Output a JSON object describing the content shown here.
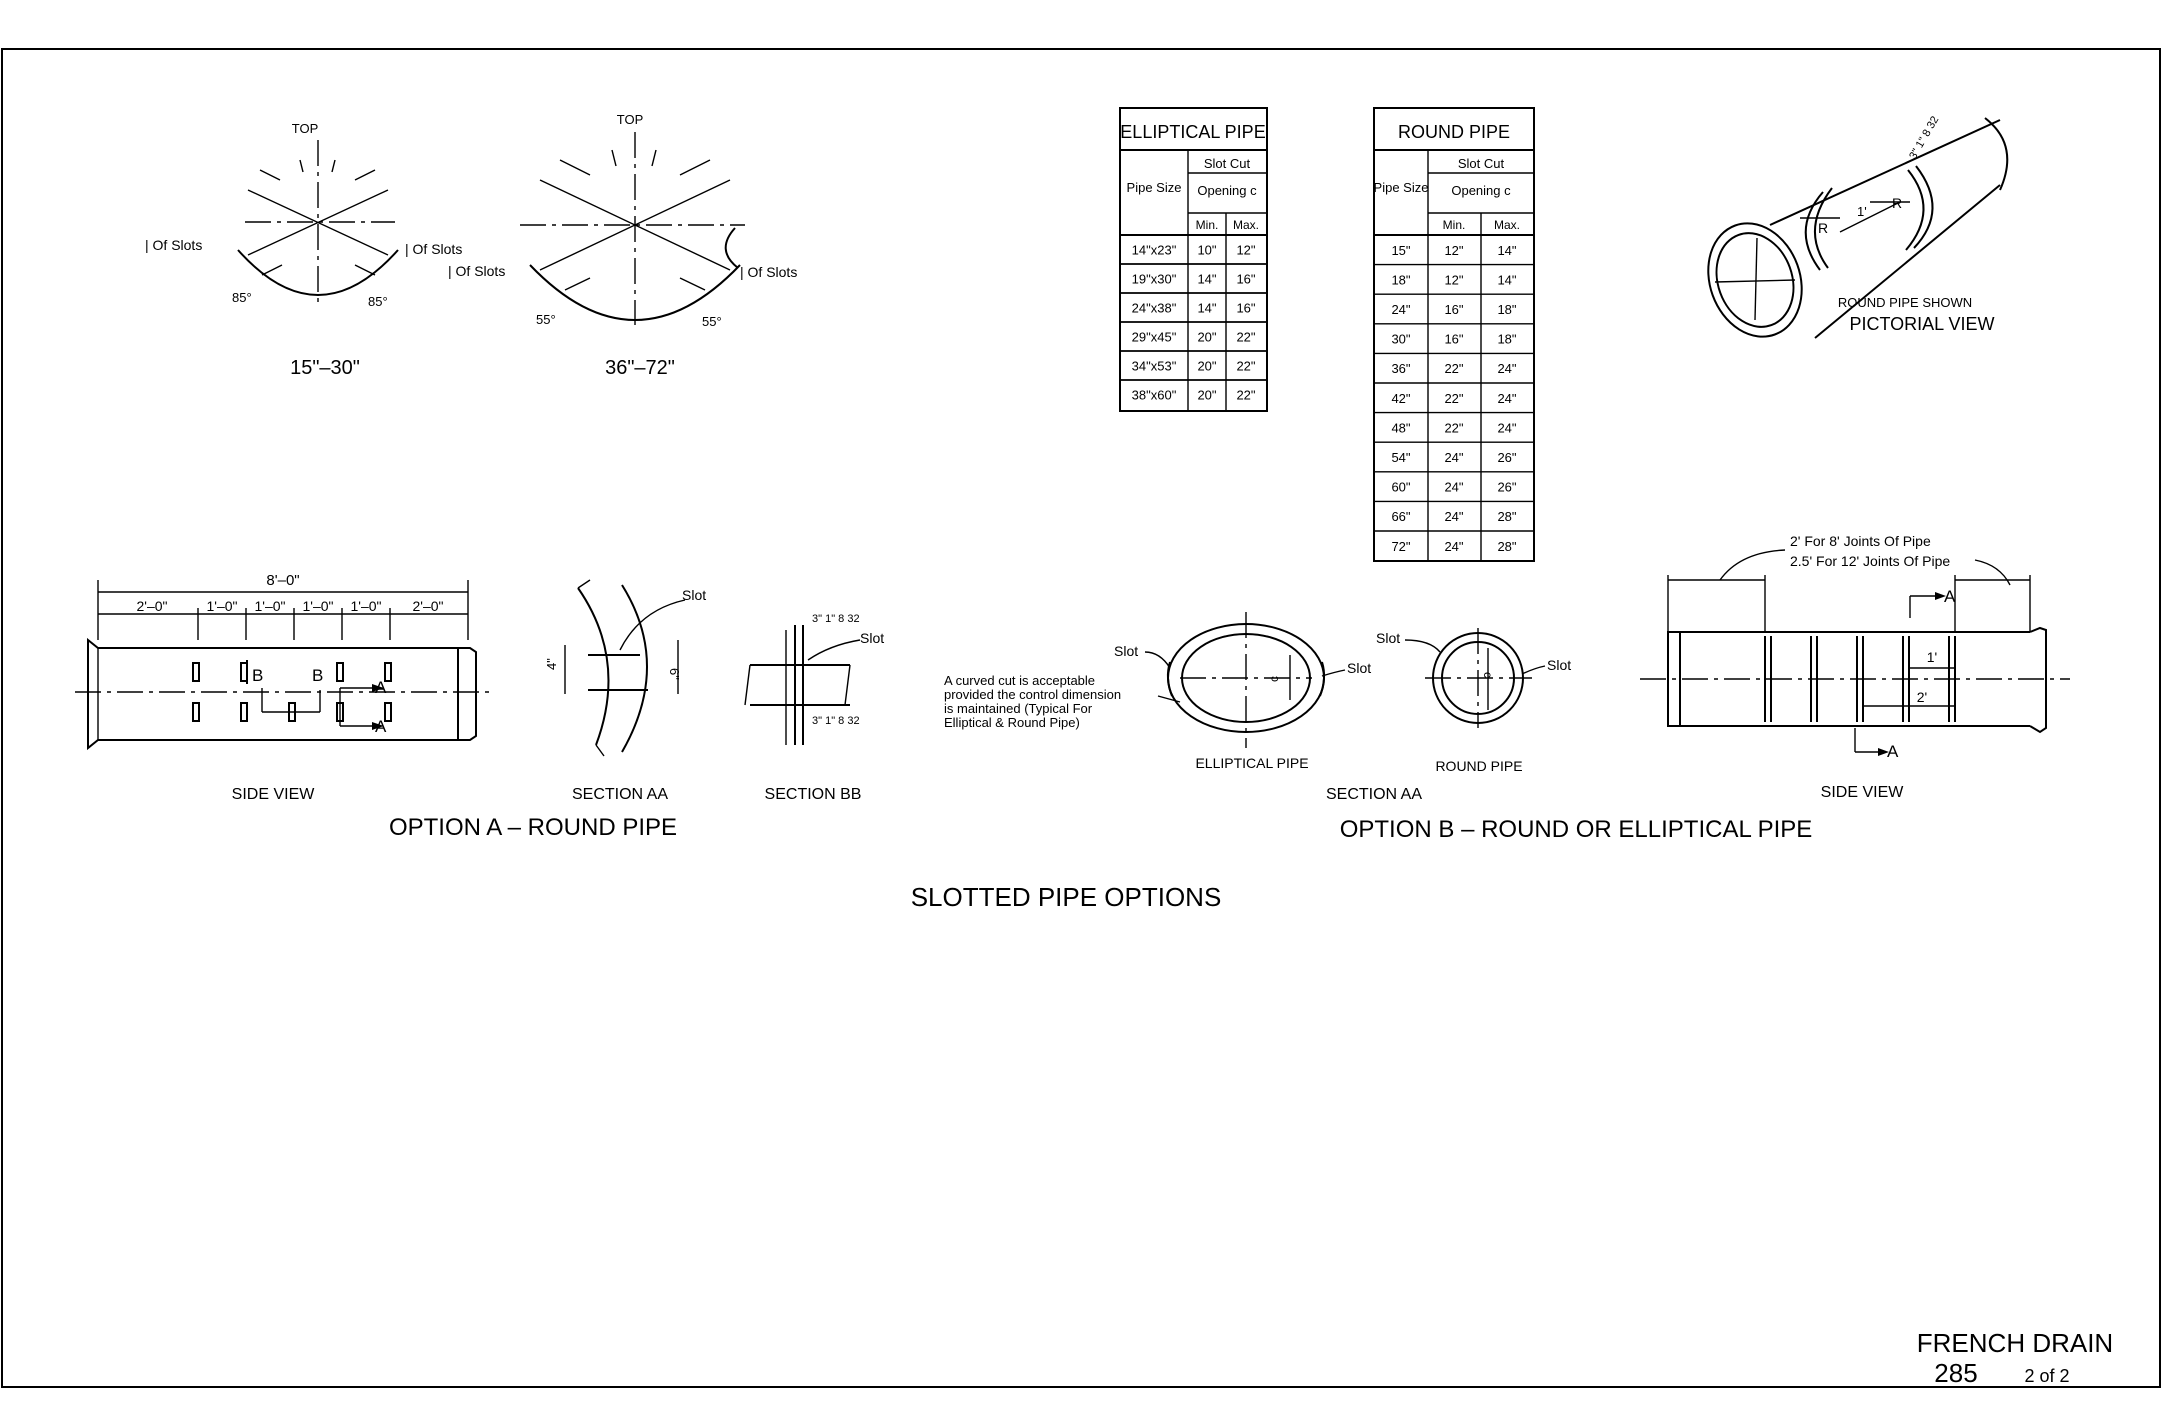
{
  "option_a": {
    "angles": {
      "small": {
        "top": "TOP",
        "slots_left": "| Of Slots",
        "slots_right": "| Of Slots",
        "angle_left": "85°",
        "angle_right": "85°",
        "range": "15\"–30\""
      },
      "large": {
        "top": "TOP",
        "slots_left": "| Of Slots",
        "slots_right": "| Of Slots",
        "angle_left": "55°",
        "angle_right": "55°",
        "range": "36\"–72\""
      }
    },
    "side_view": {
      "overall": "8'–0\"",
      "segments": [
        "2'–0\"",
        "1'–0\"",
        "1'–0\"",
        "1'–0\"",
        "1'–0\"",
        "2'–0\""
      ],
      "mark_b": "B",
      "mark_a": "A",
      "caption": "SIDE VIEW"
    },
    "section_aa": {
      "slot": "Slot",
      "dim_a": "4\"",
      "dim_b": "6\"",
      "caption": "SECTION AA"
    },
    "section_bb": {
      "slot": "Slot",
      "dim_top": "3\" 1\"  8  32",
      "dim_bottom": "3\" 1\"  8  32",
      "caption": "SECTION BB"
    },
    "title": "OPTION A – ROUND PIPE"
  },
  "elliptical_table": {
    "title": "ELLIPTICAL PIPE",
    "pipe_size": "Pipe Size",
    "slot_cut": "Slot Cut",
    "opening": "Opening c",
    "min": "Min.",
    "max": "Max.",
    "rows": [
      [
        "14\"x23\"",
        "10\"",
        "12\""
      ],
      [
        "19\"x30\"",
        "14\"",
        "16\""
      ],
      [
        "24\"x38\"",
        "14\"",
        "16\""
      ],
      [
        "29\"x45\"",
        "20\"",
        "22\""
      ],
      [
        "34\"x53\"",
        "20\"",
        "22\""
      ],
      [
        "38\"x60\"",
        "20\"",
        "22\""
      ]
    ]
  },
  "round_table": {
    "title": "ROUND PIPE",
    "pipe_size": "Pipe Size",
    "slot_cut": "Slot Cut",
    "opening": "Opening c",
    "min": "Min.",
    "max": "Max.",
    "rows": [
      [
        "15\"",
        "12\"",
        "14\""
      ],
      [
        "18\"",
        "12\"",
        "14\""
      ],
      [
        "24\"",
        "16\"",
        "18\""
      ],
      [
        "30\"",
        "16\"",
        "18\""
      ],
      [
        "36\"",
        "22\"",
        "24\""
      ],
      [
        "42\"",
        "22\"",
        "24\""
      ],
      [
        "48\"",
        "22\"",
        "24\""
      ],
      [
        "54\"",
        "24\"",
        "26\""
      ],
      [
        "60\"",
        "24\"",
        "26\""
      ],
      [
        "66\"",
        "24\"",
        "28\""
      ],
      [
        "72\"",
        "24\"",
        "28\""
      ]
    ]
  },
  "pictorial": {
    "r1": "R",
    "r2": "R",
    "one_ft": "1'",
    "dim": "3\" 1\" 8 32",
    "note": "ROUND PIPE SHOWN",
    "caption": "PICTORIAL VIEW"
  },
  "option_b": {
    "section_aa": {
      "slot_1": "Slot",
      "slot_2": "Slot",
      "slot_3": "Slot",
      "slot_4": "Slot",
      "c1": "c",
      "c2": "c",
      "note": [
        "A curved cut is acceptable",
        "provided the control dimension",
        "is maintained (Typical For",
        "Elliptical & Round Pipe)"
      ],
      "elliptical_caption": "ELLIPTICAL PIPE",
      "round_caption": "ROUND PIPE",
      "caption": "SECTION AA"
    },
    "side_view": {
      "note_1": "2' For 8' Joints Of Pipe",
      "note_2": "2.5' For 12' Joints Of Pipe",
      "mark_a_top": "A",
      "mark_a_bottom": "A",
      "one_ft": "1'",
      "two_ft": "2'",
      "caption": "SIDE VIEW"
    },
    "title": "OPTION B – ROUND OR ELLIPTICAL PIPE"
  },
  "sheet": {
    "main_title": "SLOTTED PIPE OPTIONS",
    "drawing_name": "FRENCH DRAIN",
    "drawing_number": "285",
    "sheet_of": "2 of 2"
  }
}
